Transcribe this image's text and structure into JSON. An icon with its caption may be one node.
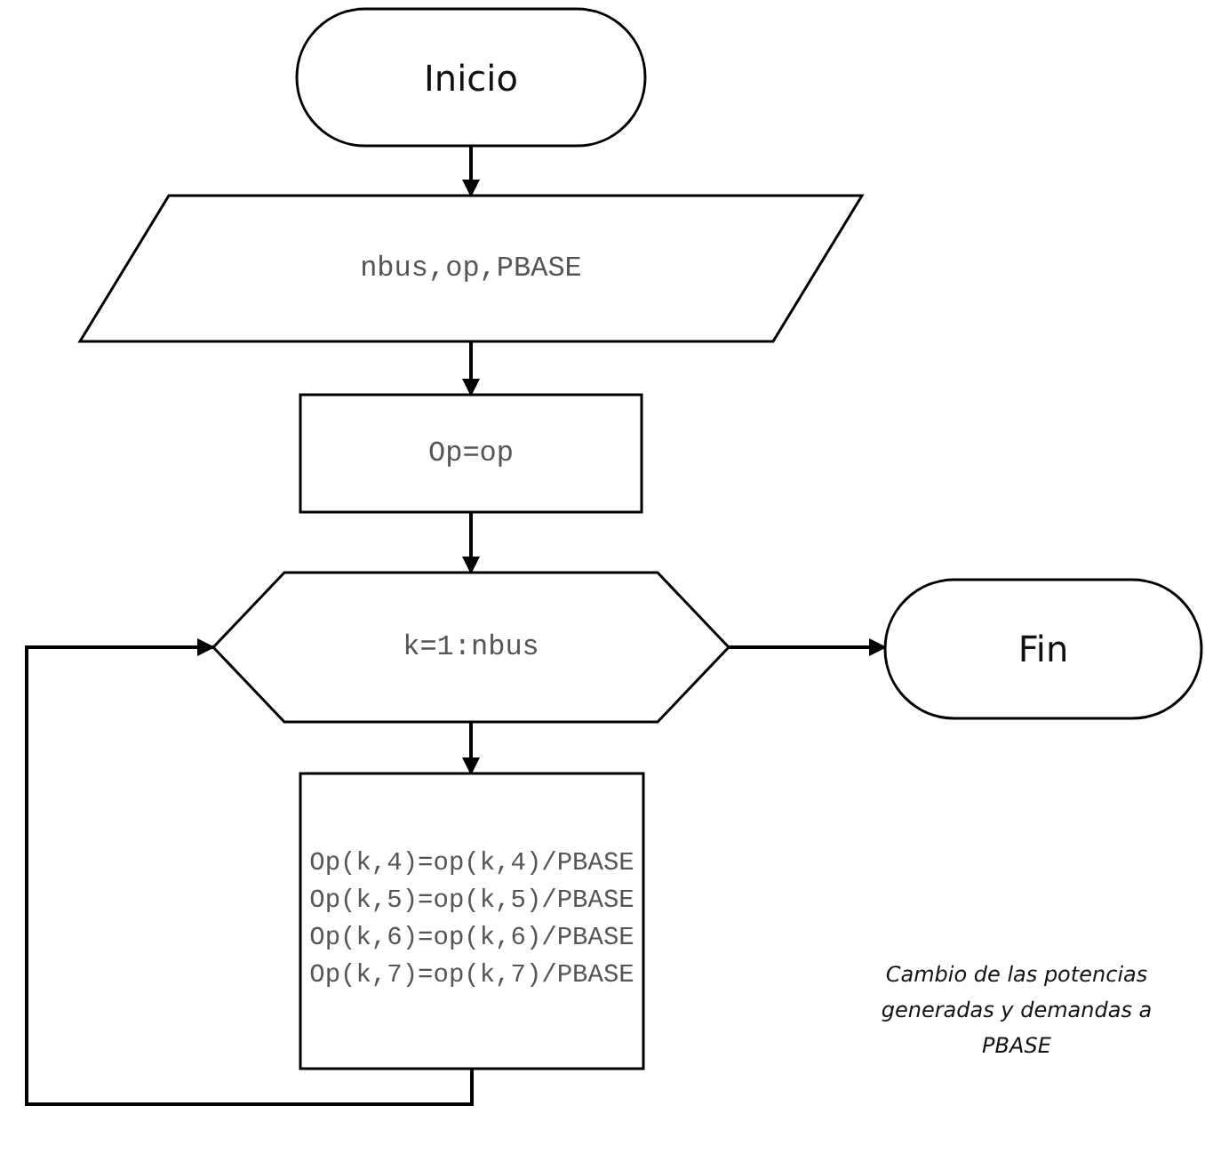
{
  "diagram": {
    "nodes": [
      {
        "text": [
          "Inicio"
        ]
      },
      {
        "text": [
          "nbus,op,PBASE"
        ]
      },
      {
        "text": [
          "Op=op"
        ]
      },
      {
        "text": [
          "k=1:nbus"
        ]
      },
      {
        "text": [
          "Fin"
        ]
      },
      {
        "text": [
          "Op(k,4)=op(k,4)/PBASE Op(k,5)=op(k,5)/PBASE Op(k,6)=op(k,6)/PBASE Op(k,7)=op(k,7)/PBASE"
        ]
      }
    ],
    "labels": [
      "Cambio de las potencias generadas y demandas a PBASE"
    ],
    "edges": [
      {
        "from": 0,
        "to": 1,
        "arrow": "to"
      },
      {
        "from": 1,
        "to": 2,
        "arrow": "to"
      },
      {
        "from": 2,
        "to": 3,
        "arrow": "to"
      },
      {
        "from": 3,
        "to": 4,
        "arrow": "to"
      },
      {
        "from": 3,
        "to": 5,
        "arrow": "to"
      },
      {
        "from": 5,
        "to": 3,
        "arrow": "to"
      }
    ]
  }
}
